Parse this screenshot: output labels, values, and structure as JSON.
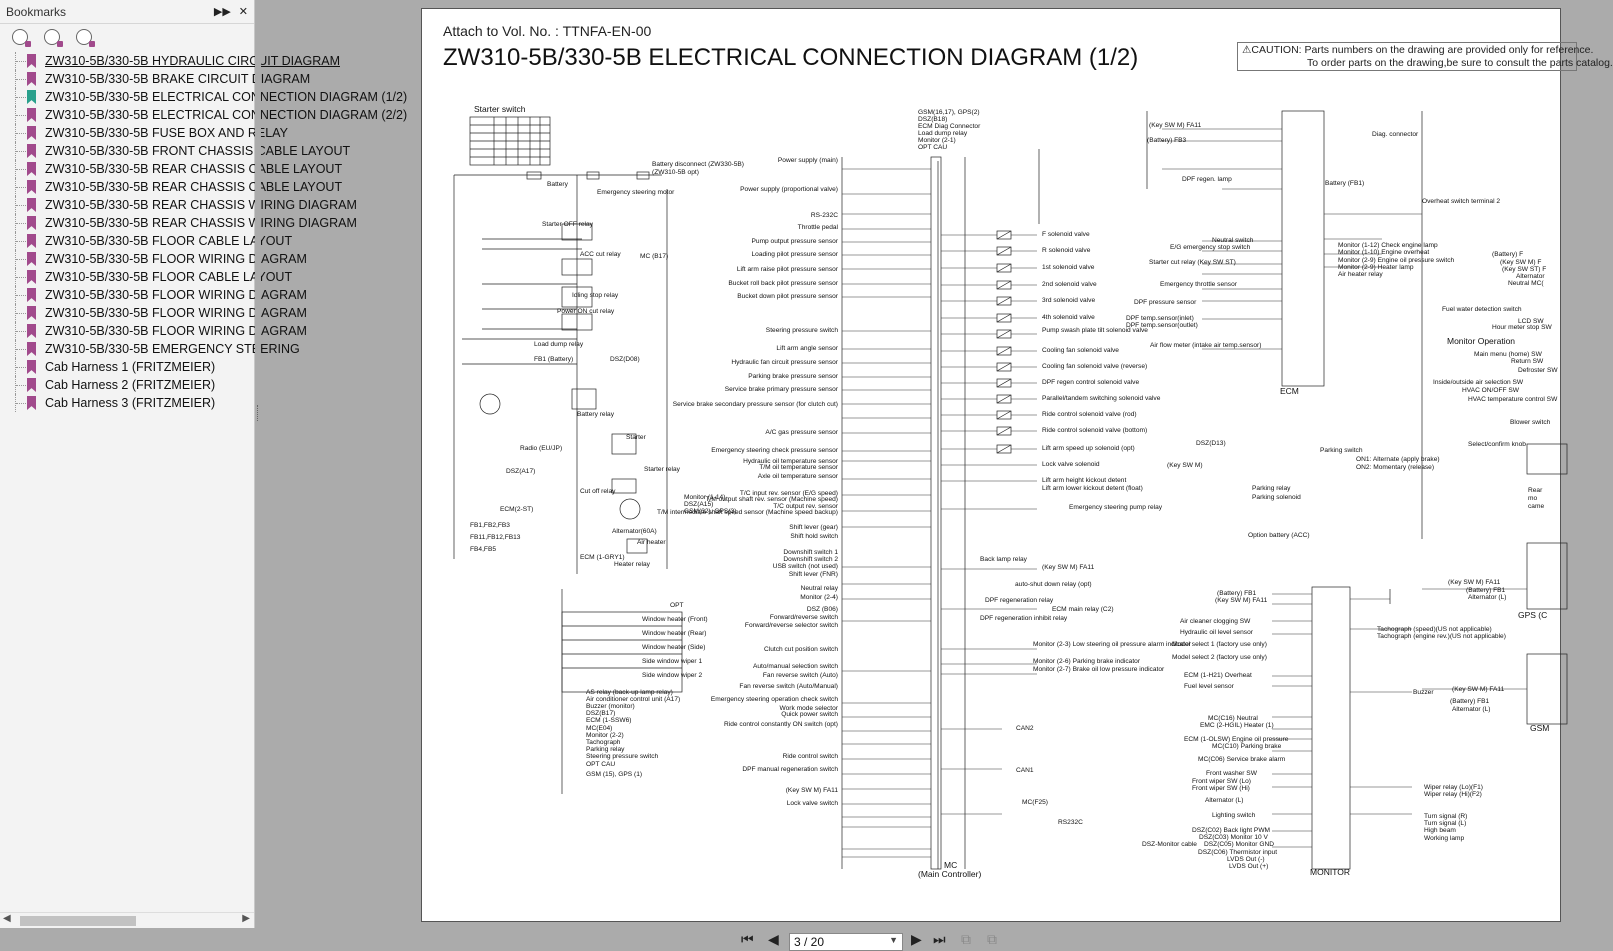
{
  "sidebar": {
    "title": "Bookmarks",
    "collapse_glyph": "◀▶",
    "tools": [
      "remove-bookmark-icon",
      "add-bookmark-icon",
      "find-bookmark-icon"
    ],
    "items": [
      {
        "label": "ZW310-5B/330-5B HYDRAULIC CIRCUIT DIAGRAM",
        "selected": true
      },
      {
        "label": "ZW310-5B/330-5B BRAKE CIRCUIT DIAGRAM"
      },
      {
        "label": "ZW310-5B/330-5B ELECTRICAL CONNECTION DIAGRAM (1/2)",
        "active": true
      },
      {
        "label": "ZW310-5B/330-5B ELECTRICAL CONNECTION DIAGRAM (2/2)"
      },
      {
        "label": "ZW310-5B/330-5B FUSE BOX AND RELAY"
      },
      {
        "label": "ZW310-5B/330-5B FRONT CHASSIS CABLE LAYOUT"
      },
      {
        "label": "ZW310-5B/330-5B REAR CHASSIS CABLE LAYOUT"
      },
      {
        "label": "ZW310-5B/330-5B REAR CHASSIS CABLE LAYOUT"
      },
      {
        "label": "ZW310-5B/330-5B REAR CHASSIS WIRING DIAGRAM"
      },
      {
        "label": "ZW310-5B/330-5B REAR CHASSIS WIRING DIAGRAM"
      },
      {
        "label": "ZW310-5B/330-5B FLOOR CABLE LAYOUT"
      },
      {
        "label": "ZW310-5B/330-5B FLOOR WIRING DIAGRAM"
      },
      {
        "label": "ZW310-5B/330-5B FLOOR CABLE LAYOUT"
      },
      {
        "label": "ZW310-5B/330-5B FLOOR WIRING DIAGRAM"
      },
      {
        "label": "ZW310-5B/330-5B FLOOR WIRING DIAGRAM"
      },
      {
        "label": "ZW310-5B/330-5B FLOOR WIRING DIAGRAM"
      },
      {
        "label": "ZW310-5B/330-5B EMERGENCY STEERING"
      },
      {
        "label": "Cab Harness 1 (FRITZMEIER)"
      },
      {
        "label": "Cab Harness 2 (FRITZMEIER)"
      },
      {
        "label": "Cab Harness 3 (FRITZMEIER)"
      }
    ]
  },
  "document": {
    "attach": "Attach to Vol. No. : TTNFA-EN-00",
    "title": "ZW310-5B/330-5B ELECTRICAL CONNECTION DIAGRAM (1/2)",
    "caution_line1": "⚠CAUTION:  Parts numbers on the drawing are provided only for reference.",
    "caution_line2": "To order parts on the drawing,be sure to consult the parts catalog.",
    "left_labels": [
      "Starter switch",
      "Battery",
      "Battery disconnect (ZW330-5B)",
      "(ZW310-5B opt)",
      "Emergency steering motor",
      "Starter OFF relay",
      "ACC cut relay",
      "MC (B17)",
      "Idling stop relay",
      "Power ON cut relay",
      "Load dump relay",
      "FB1 (Battery)",
      "DSZ(D08)",
      "Battery relay",
      "Starter",
      "Starter relay",
      "Radio (EU/JP)",
      "DSZ(A17)",
      "ECM(2-ST)",
      "Cut off relay",
      "Monitor (1-14)",
      "DSZ(A15)",
      "GSM(32), GPS(3)",
      "Alternator(60A)",
      "Air heater",
      "ECM (1-GRY1)",
      "Heater relay",
      "FB1,FB2,FB3",
      "FB11,FB12,FB13",
      "FB4,FB5",
      "OPT",
      "Window heater (Front)",
      "Window heater (Rear)",
      "Window heater (Side)",
      "Side window wiper 1",
      "Side window wiper 2",
      "AS relay (back-up lamp relay)",
      "Air conditioner control unit (A17)",
      "Buzzer (monitor)",
      "DSZ(B17)",
      "ECM (1-SSW6)",
      "MC(E04)",
      "Monitor (2-2)",
      "Tachograph",
      "Parking relay",
      "Steering pressure switch",
      "OPT CAU",
      "GSM (15), GPS (1)"
    ],
    "mc_inputs": [
      "GSM(16,17), GPS(2)",
      "DSZ(B18)",
      "ECM Diag Connector",
      "Load dump relay",
      "Monitor (2-1)",
      "OPT CAU",
      "Power supply (main)",
      "Power supply (proportional valve)",
      "RS-232C",
      "Throttle pedal",
      "Pump output pressure sensor",
      "Loading pilot pressure sensor",
      "Lift arm raise pilot pressure sensor",
      "Bucket roll back pilot pressure sensor",
      "Bucket down pilot pressure sensor",
      "Steering pressure switch",
      "Lift arm angle sensor",
      "Hydraulic fan circuit pressure sensor",
      "Parking brake pressure sensor",
      "Service brake primary pressure sensor",
      "Service brake secondary pressure sensor (for clutch cut)",
      "A/C gas pressure sensor",
      "Emergency steering check pressure sensor",
      "Hydraulic oil temperature sensor",
      "T/M oil temperature sensor",
      "Axle oil temperature sensor",
      "T/C input rev. sensor (E/G speed)",
      "T/M output shaft rev. sensor (Machine speed)",
      "T/C output rev. sensor",
      "T/M intermediate shaft speed sensor (Machine speed backup)",
      "Shift lever (gear)",
      "Shift hold switch",
      "Downshift switch 1",
      "Downshift switch 2",
      "USB switch (not used)",
      "Shift lever (FNR)",
      "Neutral relay",
      "Monitor (2-4)",
      "DSZ (B06)",
      "Forward/reverse switch",
      "Forward/reverse selector switch",
      "Clutch cut position switch",
      "Auto/manual selection switch",
      "Fan reverse switch (Auto)",
      "Fan reverse switch (Auto/Manual)",
      "Emergency steering operation check switch",
      "Work mode selector",
      "Quick power switch",
      "Ride control constantly ON switch (opt)",
      "Ride control switch",
      "DPF manual regeneration switch",
      "(Key SW M) FA11",
      "Lock valve switch"
    ],
    "mc_outputs": [
      "F solenoid valve",
      "R solenoid valve",
      "1st solenoid valve",
      "2nd solenoid valve",
      "3rd solenoid valve",
      "4th solenoid valve",
      "Pump swash plate tilt solenoid valve",
      "Cooling fan solenoid valve",
      "Cooling fan solenoid valve (reverse)",
      "DPF regen control solenoid valve",
      "Parallel/tandem switching solenoid valve",
      "Ride control solenoid valve (rod)",
      "Ride control solenoid valve (bottom)",
      "Lift arm speed up solenoid (opt)",
      "Lock valve solenoid",
      "Lift arm height kickout detent",
      "Lift arm lower kickout detent (float)",
      "Emergency steering pump relay",
      "Back lamp relay",
      "(Key SW M) FA11",
      "auto-shut down relay (opt)",
      "DPF regeneration relay",
      "ECM main relay (C2)",
      "DPF regeneration inhibit relay",
      "Monitor (2-3) Low steering oil pressure alarm indicator",
      "Monitor (2-6) Parking brake indicator",
      "Monitor (2-7) Brake oil low pressure indicator",
      "CAN2",
      "CAN1",
      "MC(F25)",
      "RS232C",
      "MC",
      "(Main Controller)"
    ],
    "ecm_labels": [
      "(Key SW M) FA11",
      "(Battery) FB3",
      "DPF regen. lamp",
      "Diag. connector",
      "Battery (FB1)",
      "Overheat switch terminal 2",
      "Neutral switch",
      "E/G emergency stop switch",
      "Starter cut relay (Key SW ST)",
      "Monitor (1-12) Check engine lamp",
      "Monitor (1-10) Engine overheat",
      "Monitor (2-9) Engine oil pressure switch",
      "Monitor (2-9) Heater lamp",
      "Air heater relay",
      "Emergency throttle sensor",
      "DPF pressure sensor",
      "DPF temp.sensor(inlet)",
      "DPF temp.sensor(outlet)",
      "Air flow meter (intake air temp.sensor)",
      "ECM",
      "DSZ(D13)",
      "(Key SW M)",
      "Parking switch",
      "ON1: Alternate (apply brake)",
      "ON2: Momentary (release)",
      "Parking relay",
      "Parking solenoid",
      "Option battery (ACC)"
    ],
    "monitor_labels": [
      "(Battery) FB1",
      "(Key SW M) FA11",
      "Air cleaner clogging SW",
      "Hydraulic oil level sensor",
      "Model select 1 (factory use only)",
      "Model select 2 (factory use only)",
      "Tachograph (speed)(US not applicable)",
      "Tachograph (engine rev.)(US not applicable)",
      "ECM (1-H21) Overheat",
      "Fuel level sensor",
      "Buzzer",
      "MC(C16) Neutral",
      "EMC (2-HGIL) Heater (1)",
      "ECM (1-OLSW) Engine oil pressure",
      "MC(C10) Parking brake",
      "MC(C06) Service brake alarm",
      "Front washer SW",
      "Front wiper SW (Lo)",
      "Front wiper SW (Hi)",
      "Alternator (L)",
      "Lighting switch",
      "DSZ(C02) Back light PWM",
      "DSZ(C03) Monitor 10 V",
      "DSZ(C05) Monitor GND",
      "DSZ(C06) Thermistor input",
      "LVDS Out (-)",
      "LVDS Out (+)",
      "DSZ-Monitor cable",
      "MONITOR",
      "Wiper relay (Lo)(F1)",
      "Wiper relay (Hi)(F2)",
      "Turn signal (R)",
      "Turn signal (L)",
      "High beam",
      "Working lamp"
    ],
    "right_edge_labels": [
      "(Battery) F",
      "(Key SW M) F",
      "(Key SW ST) F",
      "Alternator",
      "Neutral MC(",
      "Fuel water detection switch",
      "LCD SW",
      "Hour meter stop SW",
      "Monitor Operation",
      "Main menu (home) SW",
      "Return SW",
      "Defroster SW",
      "Inside/outside air selection SW",
      "HVAC ON/OFF SW",
      "HVAC temperature control SW",
      "Blower switch",
      "Select/confirm knob",
      "Rear",
      "mo",
      "came",
      "(Key SW M) FA11",
      "(Battery) FB1",
      "Alternator (L)",
      "GPS (C",
      "GSM",
      "(Key SW M) FA11",
      "(Battery) FB1",
      "Alternator (L)"
    ]
  },
  "bottom": {
    "page_value": "3 / 20",
    "first_glyph": "⏮",
    "prev_glyph": "◀",
    "next_glyph": "▶",
    "last_glyph": "⏭"
  }
}
